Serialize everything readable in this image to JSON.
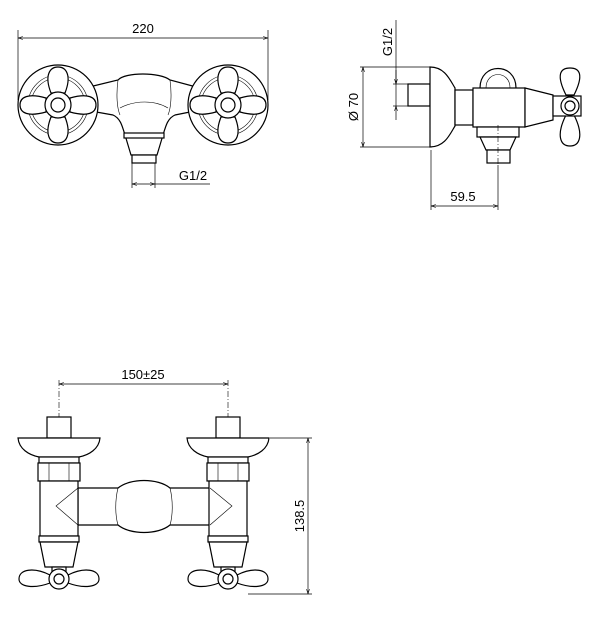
{
  "drawing": {
    "front_view": {
      "width_dim": "220",
      "outlet_thread": "G1/2"
    },
    "side_view": {
      "inlet_thread": "G1/2",
      "plate_diameter": "Ø 70",
      "projection_dim": "59.5"
    },
    "bottom_view": {
      "centers_dim": "150±25",
      "height_dim": "138.5"
    }
  },
  "colors": {
    "line": "#000000",
    "background": "#ffffff"
  }
}
